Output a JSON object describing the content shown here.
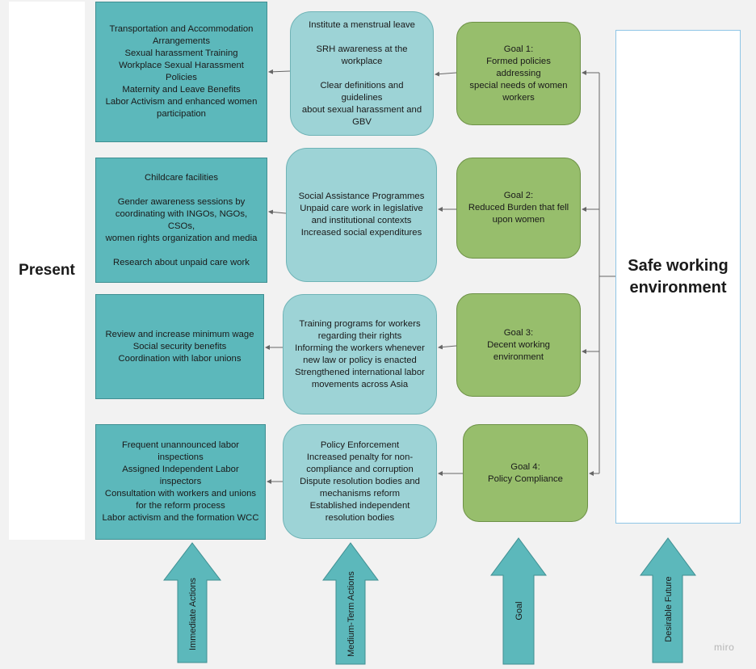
{
  "present": {
    "label": "Present"
  },
  "rows": [
    {
      "immediate": "Transportation and Accommodation\nArrangements\nSexual harassment Training\nWorkplace Sexual Harassment\nPolicies\nMaternity and Leave Benefits\nLabor Activism and enhanced women\nparticipation",
      "medium": "Institute a menstrual leave\n\nSRH awareness at the\nworkplace\n\nClear definitions and guidelines\nabout sexual harassment and\nGBV",
      "goal": "Goal 1:\nFormed policies addressing\nspecial needs of women\nworkers"
    },
    {
      "immediate": "Childcare facilities\n\nGender awareness sessions by\ncoordinating with INGOs, NGOs, CSOs,\nwomen rights organization and media\n\nResearch about unpaid care work",
      "medium": "Social Assistance Programmes\nUnpaid care work in legislative\nand institutional contexts\nIncreased social  expenditures",
      "goal": "Goal 2:\nReduced Burden that fell\nupon women"
    },
    {
      "immediate": "Review and increase minimum wage\nSocial security benefits\nCoordination with labor unions",
      "medium": "Training programs for workers\nregarding their rights\nInforming  the workers whenever\nnew law or policy is enacted\nStrengthened international labor\nmovements across Asia",
      "goal": "Goal 3:\nDecent working\nenvironment"
    },
    {
      "immediate": "Frequent unannounced labor\ninspections\nAssigned Independent Labor\ninspectors\nConsultation with workers and unions\nfor the reform process\nLabor activism and the formation WCC",
      "medium": "Policy Enforcement\nIncreased penalty for non-\ncompliance and corruption\nDispute resolution bodies and\nmechanisms reform\nEstablished independent\nresolution bodies",
      "goal": "Goal 4:\nPolicy Compliance"
    }
  ],
  "future": {
    "label": "Safe working\nenvironment"
  },
  "bottom_arrows": [
    "Immediate  Actions",
    "Medium-Term Actions",
    "Goal",
    "Desirable Future"
  ],
  "watermark": "miro",
  "colors": {
    "immediate_fill": "#5cb8bb",
    "medium_fill": "#9dd3d6",
    "goal_fill": "#97be6c",
    "arrow_fill": "#5cb8bb",
    "future_border": "#8fc6e6",
    "connector": "#666666"
  }
}
